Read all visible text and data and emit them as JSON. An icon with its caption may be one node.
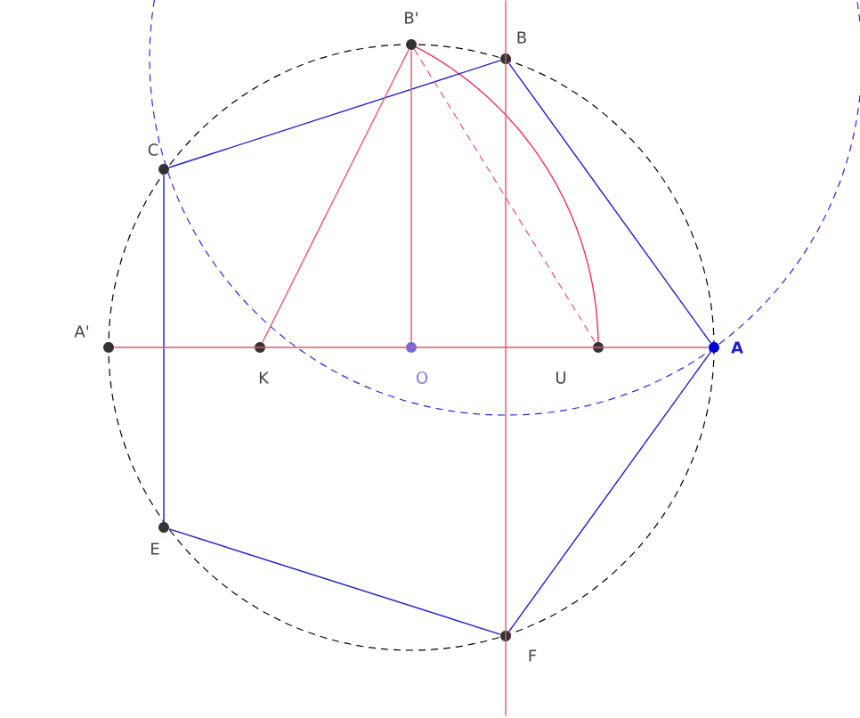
{
  "diagram": {
    "nodes": [
      {
        "text": [],
        "shape": "circle",
        "beside": [
          "B'"
        ]
      },
      {
        "text": [],
        "shape": "circle",
        "beside": [
          "B"
        ]
      },
      {
        "text": [],
        "shape": "circle",
        "beside": [
          "C"
        ]
      },
      {
        "text": [],
        "shape": "circle",
        "beside": [
          "A'"
        ]
      },
      {
        "text": [],
        "shape": "circle",
        "beside": [
          "K"
        ]
      },
      {
        "text": [],
        "shape": "circle",
        "beside": [
          "O"
        ]
      },
      {
        "text": [],
        "shape": "circle",
        "beside": [
          "U"
        ]
      },
      {
        "text": [],
        "shape": "circle",
        "beside": [
          "A"
        ]
      },
      {
        "text": [],
        "shape": "circle",
        "beside": [
          "E"
        ]
      },
      {
        "text": [],
        "shape": "circle",
        "beside": [
          "F"
        ]
      }
    ],
    "edges": [
      {
        "from": 7,
        "to": 1,
        "arrow": "none",
        "color": "#1a1ad6"
      },
      {
        "from": 1,
        "to": 2,
        "arrow": "none",
        "color": "#1a1ad6"
      },
      {
        "from": 2,
        "to": 8,
        "arrow": "none",
        "color": "#1a1ad6"
      },
      {
        "from": 8,
        "to": 9,
        "arrow": "none",
        "color": "#1a1ad6"
      },
      {
        "from": 9,
        "to": 7,
        "arrow": "none",
        "color": "#1a1ad6"
      },
      {
        "from": 3,
        "to": 7,
        "arrow": "none",
        "color": "#f0506e"
      },
      {
        "from": 5,
        "to": 0,
        "arrow": "none",
        "color": "#f0506e"
      },
      {
        "from": 4,
        "to": 0,
        "arrow": "none",
        "color": "#f0506e"
      },
      {
        "from": 0,
        "to": 6,
        "arrow": "none",
        "color": "#f0506e",
        "style": "dashed"
      },
      {
        "from": 1,
        "to": 9,
        "arrow": "none",
        "color": "#f0506e"
      }
    ]
  }
}
